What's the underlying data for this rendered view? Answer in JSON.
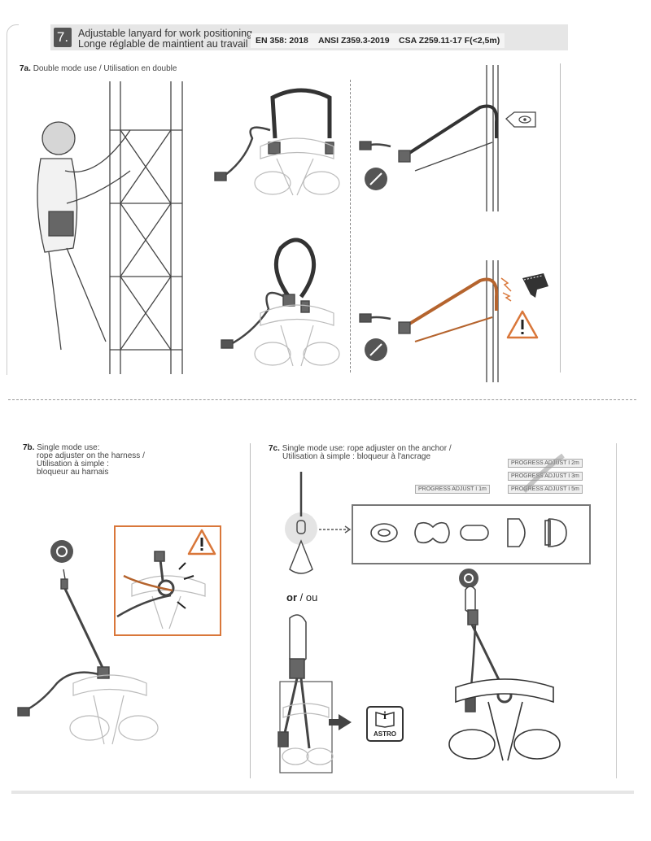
{
  "header": {
    "step_number": "7.",
    "title_en": "Adjustable lanyard for work positioning",
    "title_fr": "Longe réglable de maintient au travail",
    "standards": [
      "EN 358: 2018",
      "ANSI Z359.3-2019",
      "CSA Z259.11-17 F(<2,5m)"
    ]
  },
  "section_7a": {
    "id": "7a.",
    "caption": "Double mode use / Utilisation en double"
  },
  "section_7b": {
    "id": "7b.",
    "caption_line1": "Single mode use:",
    "caption_line2": "rope adjuster on the harness /",
    "caption_line3": "Utilisation à simple :",
    "caption_line4": "bloqueur au harnais"
  },
  "section_7c": {
    "id": "7c.",
    "caption_line1": "Single mode use: rope adjuster on the anchor /",
    "caption_line2": "Utilisation à simple : bloqueur à l'ancrage",
    "tags": [
      "PROGRESS ADJUST I 2m",
      "PROGRESS ADJUST I 3m",
      "PROGRESS ADJUST I 1m",
      "PROGRESS ADJUST I 5m"
    ],
    "or_label_en": "or",
    "or_label_sep": " / ",
    "or_label_fr": "ou",
    "astro_label": "ASTRO",
    "info_glyph": "i"
  },
  "icons": {
    "warning": "warning-triangle-icon",
    "eye": "inspect-eye-icon",
    "saw": "saw-cut-icon",
    "no_swivel": "prohibited-icon"
  },
  "colors": {
    "header_band": "#e6e6e6",
    "warning_orange": "#d9773a",
    "rope_copper": "#b5642e"
  }
}
